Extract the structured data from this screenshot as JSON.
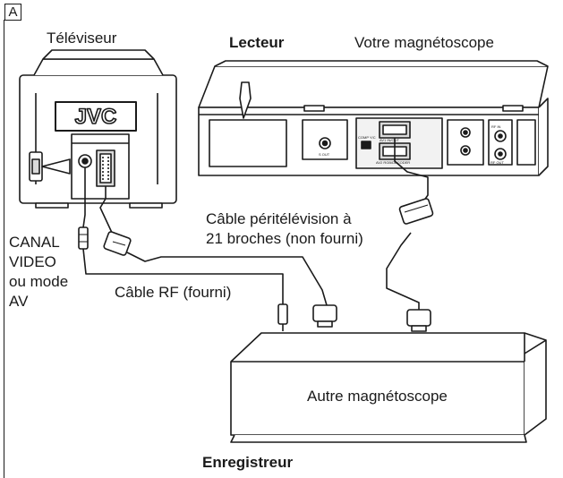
{
  "badge": "A",
  "labels": {
    "tv": "Téléviseur",
    "player_role": "Lecteur",
    "player_name": "Votre magnétoscope",
    "tv_logo": "JVC",
    "scart_cable_line1": "Câble péritélévision à",
    "scart_cable_line2": "21 broches (non fourni)",
    "channel_line1": "CANAL",
    "channel_line2": "VIDEO",
    "channel_line3": "ou mode",
    "channel_line4": "AV",
    "rf_cable": "Câble RF (fourni)",
    "other_vcr": "Autre magnétoscope",
    "recorder_role": "Enregistreur"
  },
  "vcr_panel_labels": {
    "s_out": "S OUT",
    "av1": "AV1 IN/OUT",
    "av2": "AV2 RGB/DECODER",
    "comp": "COMP  Y/C",
    "rf_in": "RF IN",
    "rf_out": "RF OUT"
  },
  "colors": {
    "line": "#1a1a1a",
    "fill_light": "#f2f2f2",
    "fill_mid": "#d9d9d9"
  }
}
